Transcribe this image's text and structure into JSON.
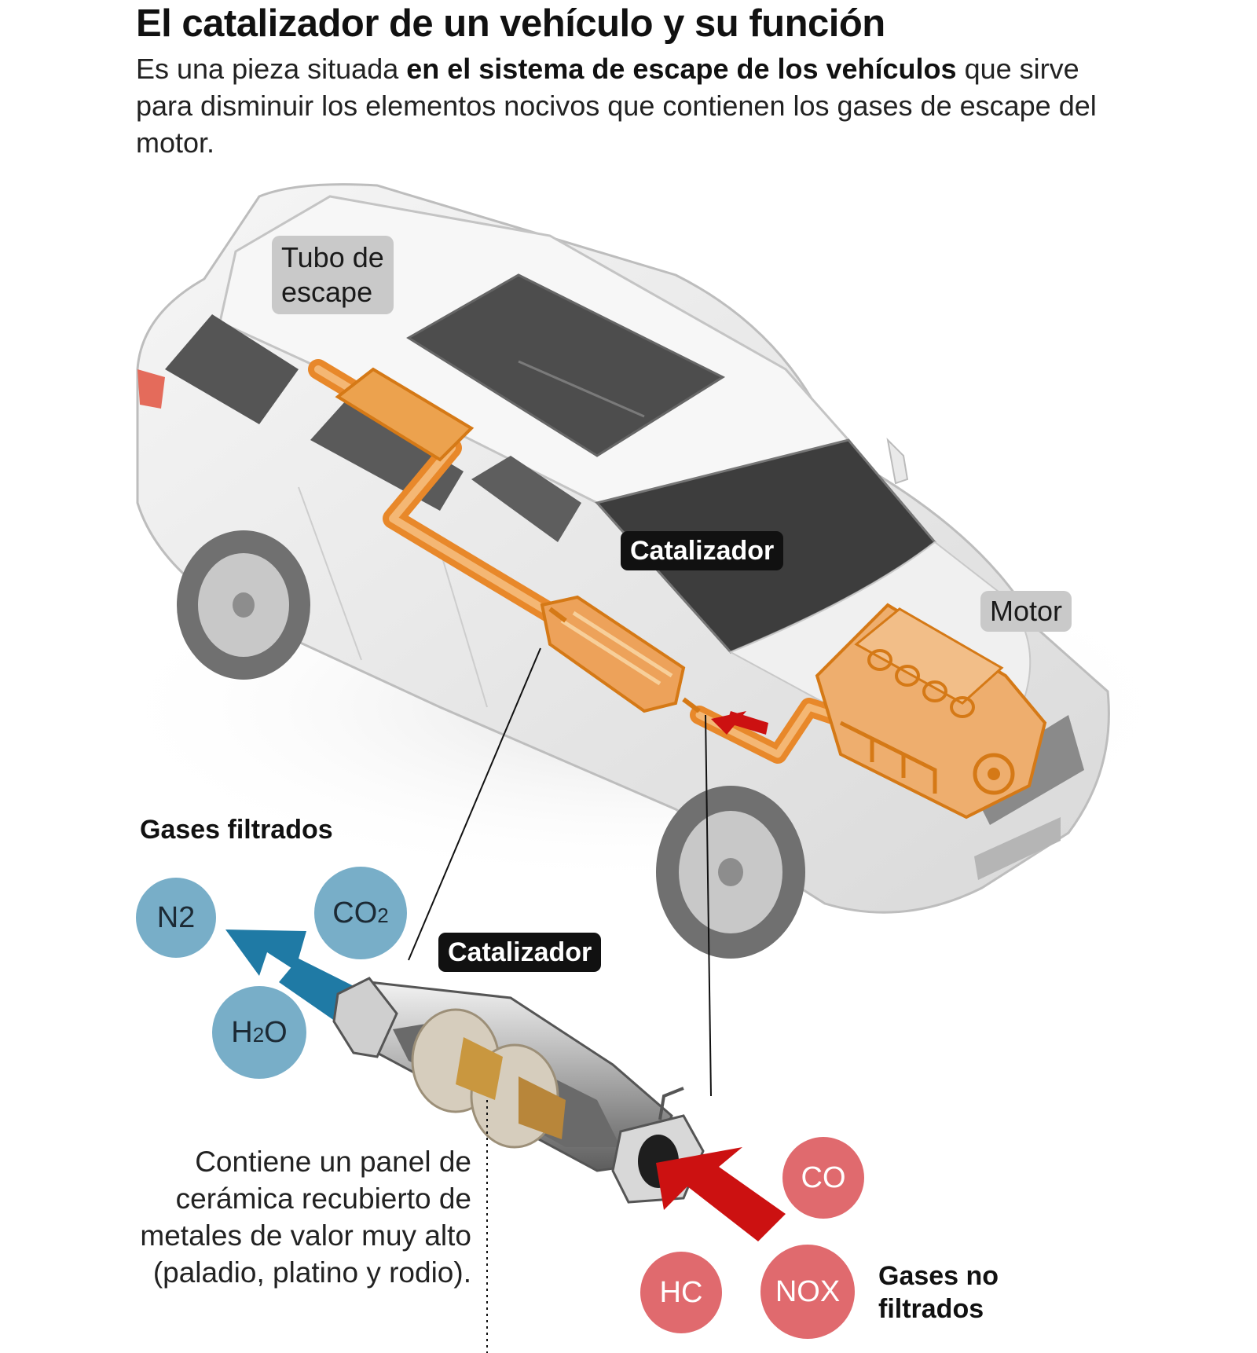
{
  "title": "El catalizador de un vehículo y su función",
  "intro": {
    "part1": "Es una pieza situada ",
    "bold": "en el sistema de escape de los vehículos",
    "part2": " que sirve para disminuir los elementos nocivos que contienen los gases de escape del motor."
  },
  "labels": {
    "tubo_line1": "Tubo de",
    "tubo_line2": "escape",
    "catalizador_top": "Catalizador",
    "motor": "Motor",
    "catalizador_bottom": "Catalizador"
  },
  "filtered": {
    "heading": "Gases filtrados",
    "n2": "N2",
    "co2_main": "CO",
    "co2_sub": "2",
    "h2o_h": "H",
    "h2o_sub": "2",
    "h2o_o": "O"
  },
  "unfiltered": {
    "heading_line1": "Gases no",
    "heading_line2": "filtrados",
    "co": "CO",
    "hc": "HC",
    "nox": "NOX"
  },
  "description": "Contiene un panel de cerámica recubierto de metales de valor muy alto (paladio, platino y rodio).",
  "colors": {
    "exhaust_orange": "#e8882a",
    "filtered_blue": "#78aec8",
    "arrow_blue": "#1f7aa5",
    "unfiltered_red": "#e06a6e",
    "arrow_red": "#cc1111",
    "car_body": "#efefef"
  }
}
